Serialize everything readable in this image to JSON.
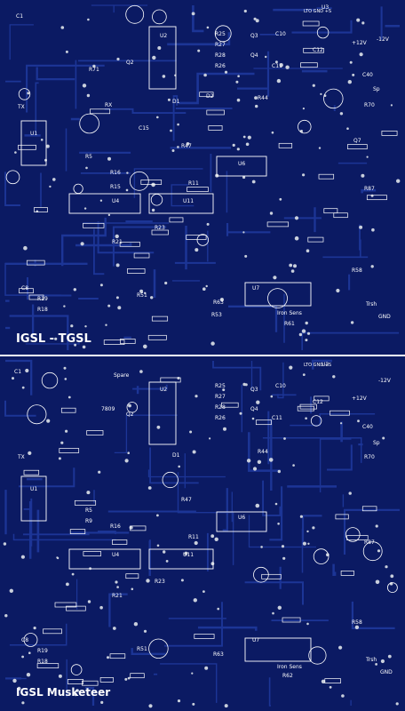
{
  "colors": {
    "substrate": "#0b1a63",
    "trace": "#1c3596",
    "silk": "#ffffff",
    "pad": "#c9cfdc",
    "divider": "#ffffff"
  },
  "top_board": {
    "title": "IGSL - TGSL",
    "labels": {
      "c1": "C1",
      "tx": "TX",
      "rx": "RX",
      "u1": "U1",
      "u2": "U2",
      "u3": "U3",
      "u4": "U4",
      "u6": "U6",
      "u7": "U7",
      "u11": "U11",
      "r25": "R25",
      "r27": "R27",
      "r28": "R28",
      "r26": "R26",
      "r71": "R71",
      "r23": "R23",
      "r21": "R21",
      "r51": "R51",
      "r63": "R63",
      "r53": "R53",
      "r44": "R44",
      "r70": "R70",
      "r47": "R47",
      "r11": "R11",
      "r58": "R58",
      "r87": "R87",
      "r61": "R61",
      "d1": "D1",
      "d2": "D2",
      "c10": "C10",
      "c11": "C11",
      "c12": "C12",
      "c40": "C40",
      "c8": "C8",
      "c15": "C15",
      "q3": "Q3",
      "q4": "Q4",
      "q2": "Q2",
      "q7": "Q7",
      "v12": "+12V",
      "vneg12": "-12V",
      "gnd": "GND",
      "trsh": "Trsh",
      "iron_sens": "Iron Sens",
      "sp": "Sp",
      "hdr_pins": "LTO GND +S",
      "r18": "R18",
      "r19": "R19",
      "r16": "R16",
      "r15": "R15",
      "r5": "R5"
    }
  },
  "bottom_board": {
    "title": "IGSL Musketeer",
    "labels": {
      "c1": "C1",
      "tx": "TX",
      "u1": "U1",
      "u2": "U2",
      "u3": "U3",
      "u4": "U4",
      "u6": "U6",
      "u7": "U7",
      "u11": "U11",
      "r25": "R25",
      "r27": "R27",
      "r28": "R28",
      "r26": "R26",
      "r23": "R23",
      "r21": "R21",
      "r51": "R51",
      "r63": "R63",
      "r44": "R44",
      "r70": "R70",
      "r47": "R47",
      "r11": "R11",
      "r58": "R58",
      "r87": "R87",
      "r62": "R62",
      "d1": "D1",
      "c10": "C10",
      "c11": "C11",
      "c12": "C12",
      "c40": "C40",
      "c8": "C8",
      "q3": "Q3",
      "q4": "Q4",
      "q2": "Q2",
      "v12": "+12V",
      "vneg12": "-12V",
      "gnd": "GND",
      "trsh": "Trsh",
      "iron_sens": "Iron Sens",
      "sp": "Sp",
      "spare": "Spare",
      "b7809": "7809",
      "hdr_pins": "LTO GND +S",
      "r18": "R18",
      "r19": "R19",
      "r16": "R16",
      "r5": "R5",
      "r9": "R9"
    }
  }
}
